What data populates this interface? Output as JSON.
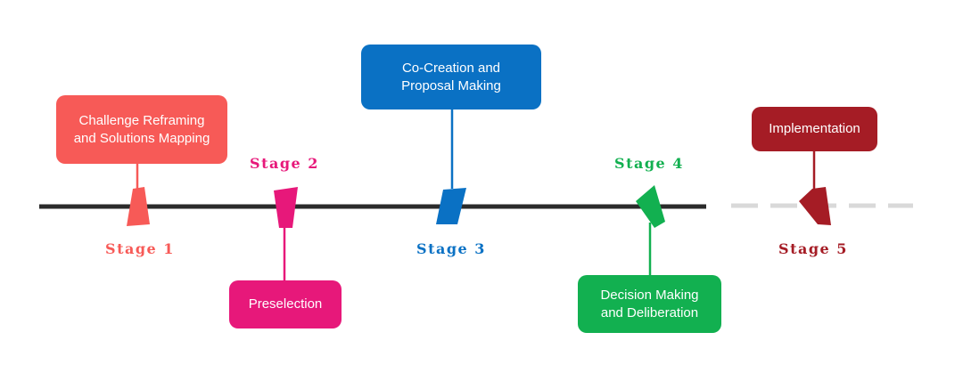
{
  "stages": [
    {
      "label": "Stage 1",
      "box_lines": [
        "Challenge Reframing",
        "and Solutions Mapping"
      ],
      "color": "#f75a57"
    },
    {
      "label": "Stage 2",
      "box_lines": [
        "Preselection"
      ],
      "color": "#e7187a"
    },
    {
      "label": "Stage 3",
      "box_lines": [
        "Co-Creation and",
        "Proposal Making"
      ],
      "color": "#0a71c4"
    },
    {
      "label": "Stage 4",
      "box_lines": [
        "Decision Making",
        "and Deliberation"
      ],
      "color": "#12b050"
    },
    {
      "label": "Stage 5",
      "box_lines": [
        "Implementation"
      ],
      "color": "#a51c25"
    }
  ],
  "timeline": {
    "solid_color": "#2b2b2b",
    "dashed_color": "#d9d9d9"
  }
}
